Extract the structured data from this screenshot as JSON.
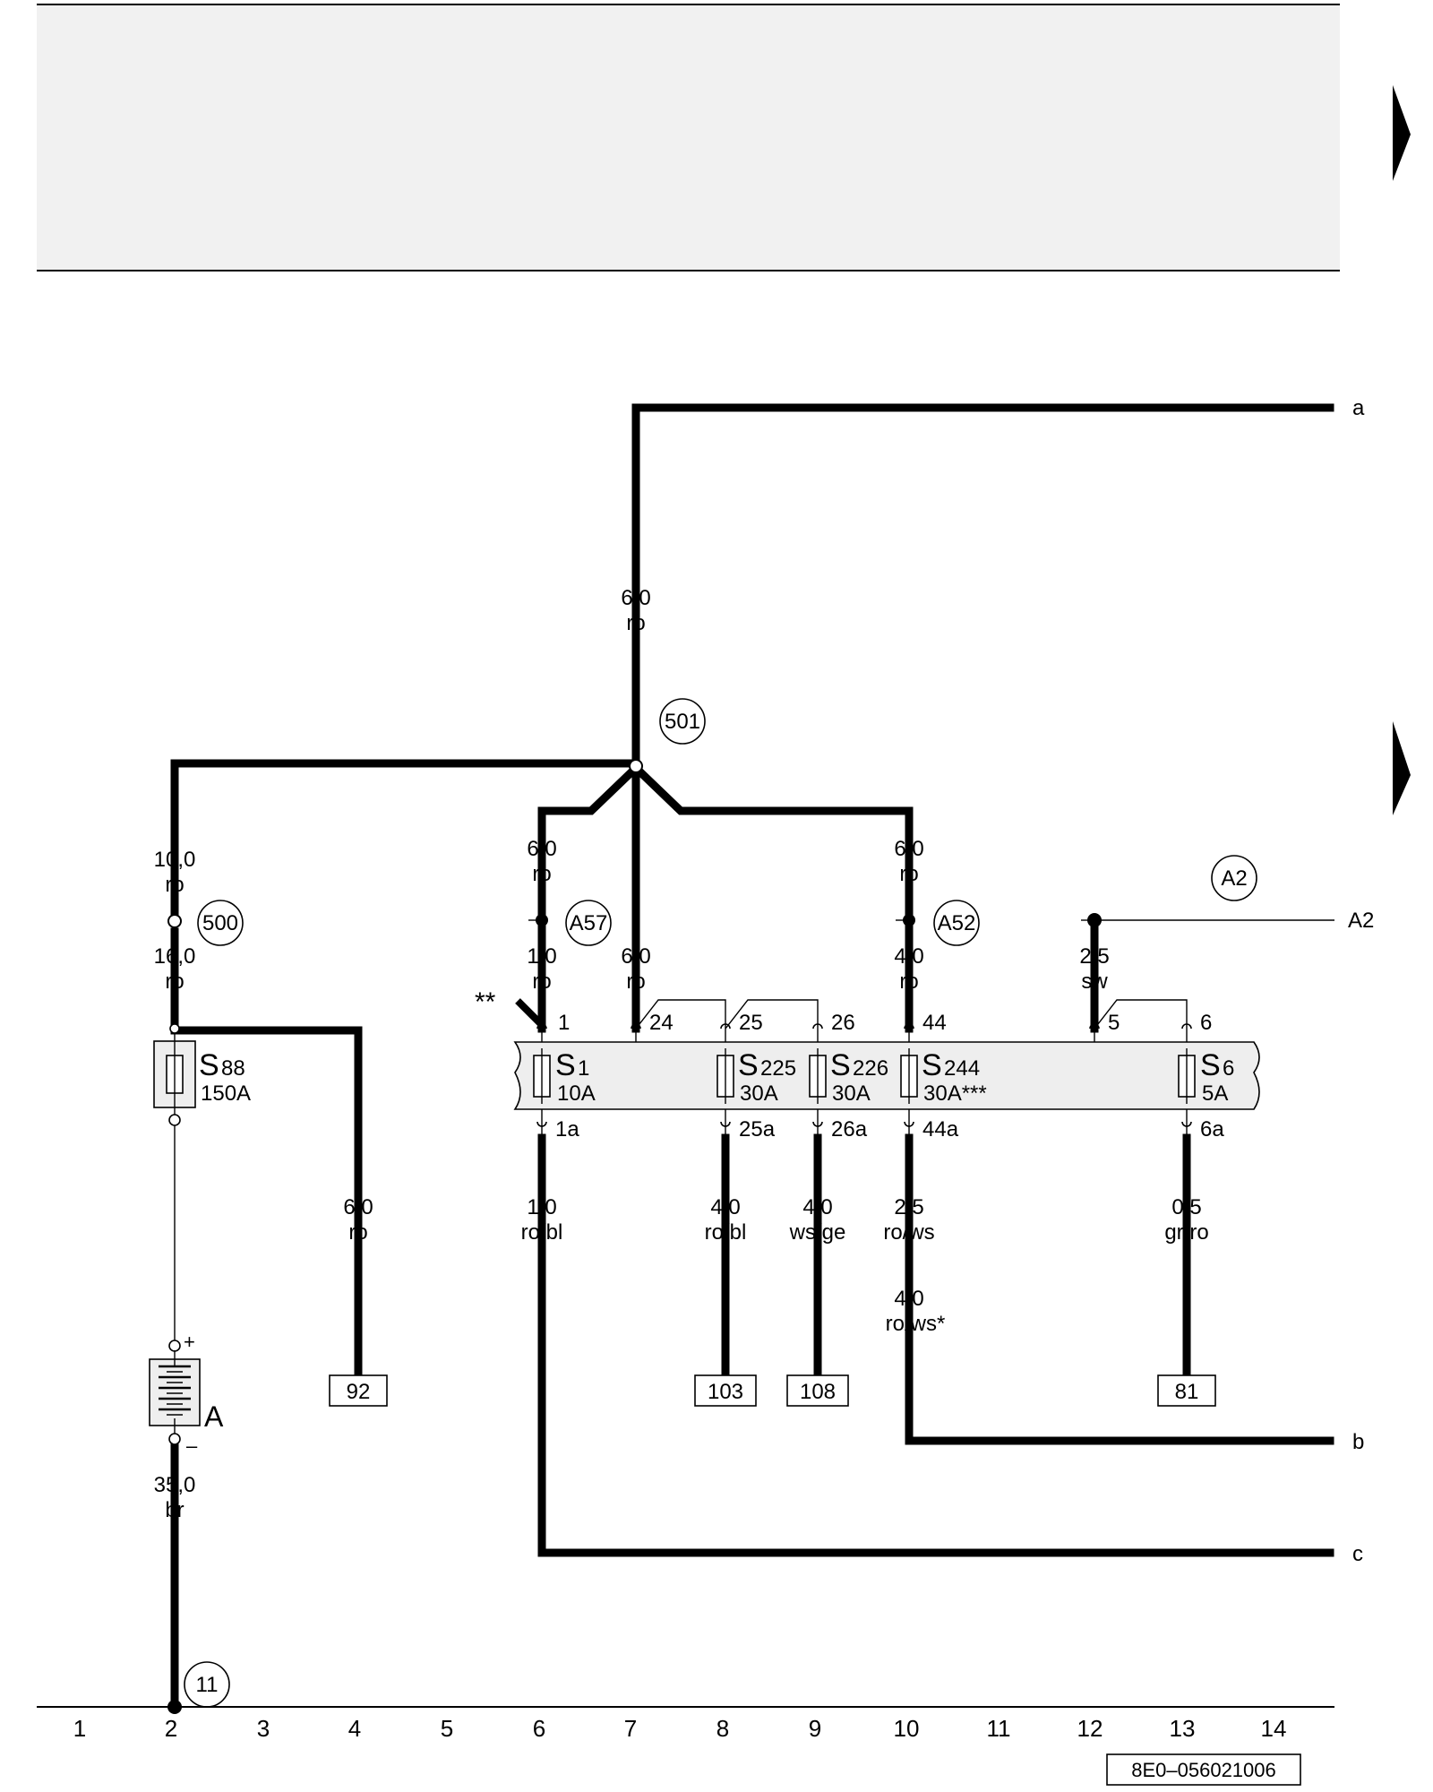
{
  "references": {
    "a": "a",
    "b": "b",
    "c": "c",
    "a2_line": "A2"
  },
  "nodes": {
    "n500": "500",
    "n501": "501",
    "n11": "11",
    "A57": "A57",
    "A52": "A52",
    "A2": "A2"
  },
  "battery": {
    "label": "A",
    "plus": "+",
    "minus": "–"
  },
  "main_fuse": {
    "name": "S",
    "number": "88",
    "rating": "150A"
  },
  "fuses": [
    {
      "name": "S",
      "number": "1",
      "rating": "10A"
    },
    {
      "name": "S",
      "number": "225",
      "rating": "30A"
    },
    {
      "name": "S",
      "number": "226",
      "rating": "30A"
    },
    {
      "name": "S",
      "number": "244",
      "rating": "30A***"
    },
    {
      "name": "S",
      "number": "6",
      "rating": "5A"
    }
  ],
  "pins_top": [
    "1",
    "24",
    "25",
    "26",
    "44",
    "5",
    "6"
  ],
  "pins_bottom": [
    "1a",
    "25a",
    "26a",
    "44a",
    "6a"
  ],
  "conductors": [
    {
      "size": "6,0",
      "color": "ro"
    },
    {
      "size": "10,0",
      "color": "ro"
    },
    {
      "size": "16,0",
      "color": "ro"
    },
    {
      "size": "6,0",
      "color": "ro"
    },
    {
      "size": "1,0",
      "color": "ro"
    },
    {
      "size": "6,0",
      "color": "ro"
    },
    {
      "size": "6,0",
      "color": "ro"
    },
    {
      "size": "4,0",
      "color": "ro"
    },
    {
      "size": "2,5",
      "color": "sw"
    },
    {
      "size": "6,0",
      "color": "ro"
    },
    {
      "size": "1,0",
      "color": "ro/bl"
    },
    {
      "size": "4,0",
      "color": "ro/bl"
    },
    {
      "size": "4,0",
      "color": "ws/ge"
    },
    {
      "size": "2,5",
      "color": "ro/ws"
    },
    {
      "size": "0,5",
      "color": "gr/ro"
    },
    {
      "size": "4,0",
      "color": "ro/ws*"
    },
    {
      "size": "35,0",
      "color": "br"
    }
  ],
  "targets": [
    "92",
    "103",
    "108",
    "81"
  ],
  "marks": {
    "double_star": "**"
  },
  "columns": [
    "1",
    "2",
    "3",
    "4",
    "5",
    "6",
    "7",
    "8",
    "9",
    "10",
    "11",
    "12",
    "13",
    "14"
  ],
  "doc_id": "8E0–056021006"
}
